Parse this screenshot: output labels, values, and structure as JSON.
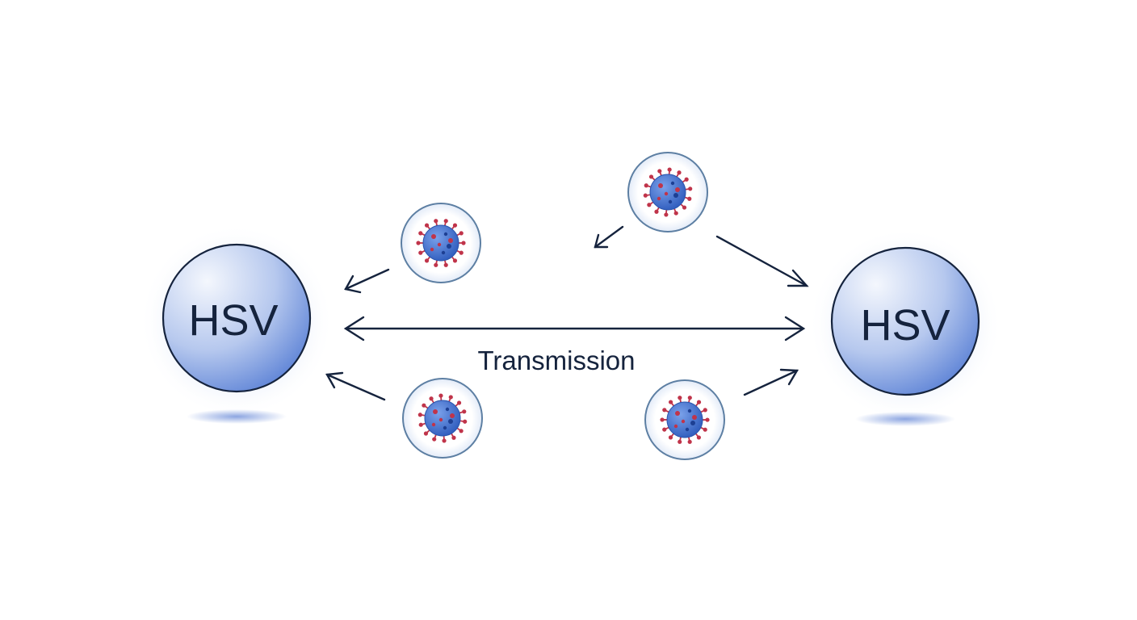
{
  "diagram": {
    "nodes": [
      {
        "id": "left-host",
        "label": "HSV"
      },
      {
        "id": "right-host",
        "label": "HSV"
      }
    ],
    "edge": {
      "label": "Transmission",
      "direction": "bidirectional"
    },
    "virions": [
      {
        "id": "virion-upper-left",
        "icon": "virus-icon"
      },
      {
        "id": "virion-top-right",
        "icon": "virus-icon"
      },
      {
        "id": "virion-lower-left",
        "icon": "virus-icon"
      },
      {
        "id": "virion-lower-right",
        "icon": "virus-icon"
      }
    ],
    "colors": {
      "node_fill_light": "#f4f7fd",
      "node_fill_dark": "#5c82d6",
      "node_stroke": "#15233d",
      "virus_body": "#3e6fd0",
      "virus_spikes": "#c0344a",
      "virus_ring": "#5d7fa3",
      "ink": "#15233d"
    }
  }
}
